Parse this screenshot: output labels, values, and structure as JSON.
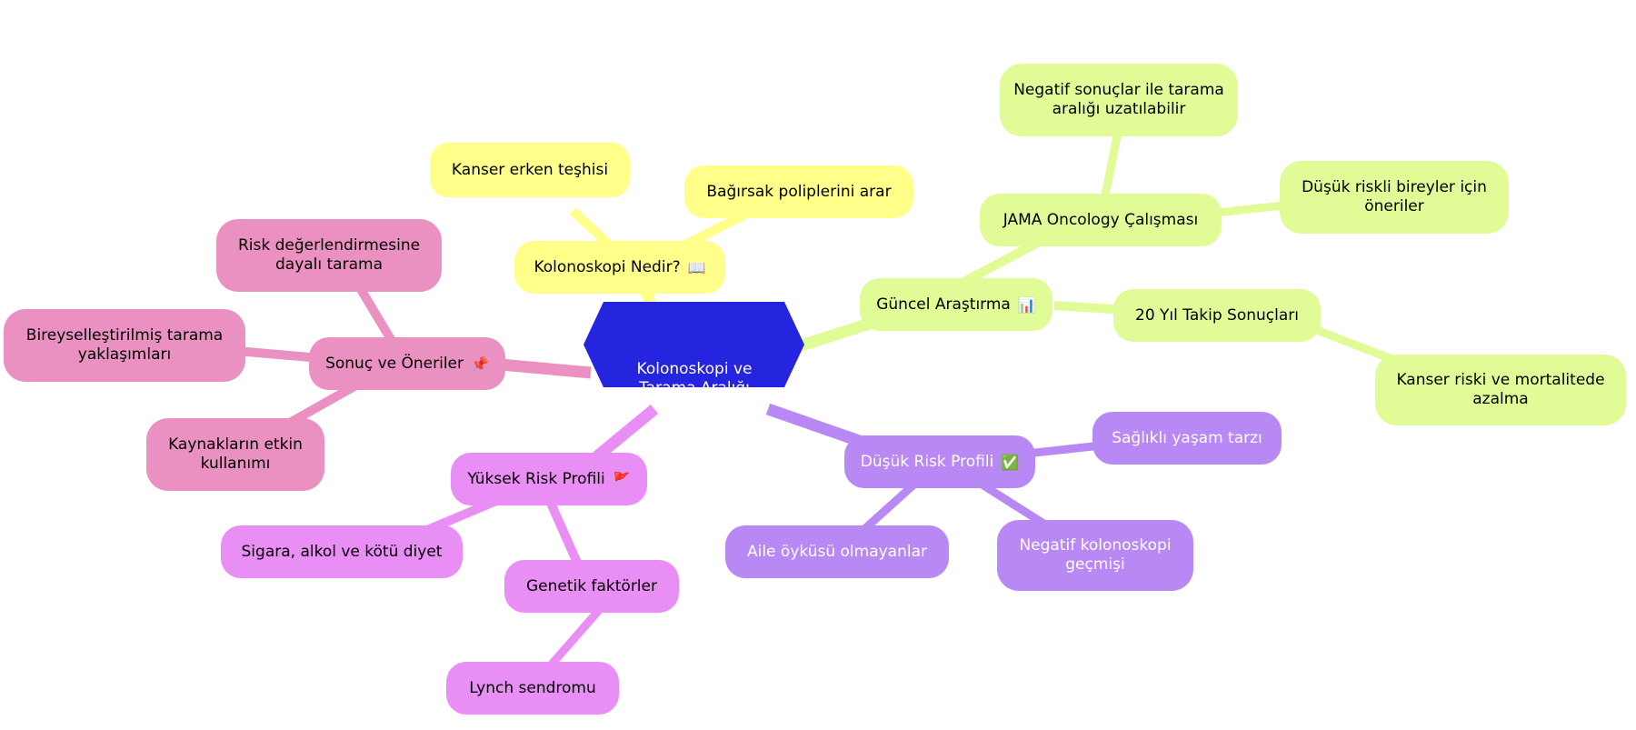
{
  "root": {
    "label": "Kolonoskopi ve Tarama Aralığı"
  },
  "branches": [
    {
      "id": "b1",
      "label": "Kolonoskopi Nedir?",
      "icon": "book-icon",
      "icon_glyph": "📖",
      "color": "#ffff8a",
      "children": [
        {
          "label": "Kanser erken teşhisi"
        },
        {
          "label": "Bağırsak poliplerini arar"
        }
      ]
    },
    {
      "id": "b2",
      "label": "Güncel Araştırma",
      "icon": "bar-chart-icon",
      "icon_glyph": "📊",
      "color": "#e1fb97",
      "children": [
        {
          "label": "JAMA Oncology Çalışması",
          "children": [
            {
              "label": "Negatif sonuçlar ile tarama aralığı uzatılabilir"
            },
            {
              "label": "Düşük riskli bireyler için öneriler"
            }
          ]
        },
        {
          "label": "20 Yıl Takip Sonuçları",
          "children": [
            {
              "label": "Kanser riski ve mortalitede azalma"
            }
          ]
        }
      ]
    },
    {
      "id": "b3",
      "label": "Düşük Risk Profili",
      "icon": "check-icon",
      "icon_glyph": "✅",
      "color": "#b888f5",
      "children": [
        {
          "label": "Sağlıklı yaşam tarzı"
        },
        {
          "label": "Negatif kolonoskopi geçmişi"
        },
        {
          "label": "Aile öyküsü olmayanlar"
        }
      ]
    },
    {
      "id": "b4",
      "label": "Yüksek Risk Profili",
      "icon": "flag-icon",
      "icon_glyph": "🚩",
      "color": "#e98ef4",
      "children": [
        {
          "label": "Sigara, alkol ve kötü diyet"
        },
        {
          "label": "Genetik faktörler",
          "children": [
            {
              "label": "Lynch sendromu"
            }
          ]
        }
      ]
    },
    {
      "id": "b5",
      "label": "Sonuç ve Öneriler",
      "icon": "pushpin-icon",
      "icon_glyph": "📌",
      "color": "#eb91c2",
      "children": [
        {
          "label": "Risk değerlendirmesine dayalı tarama"
        },
        {
          "label": "Bireyselleştirilmiş tarama yaklaşımları"
        },
        {
          "label": "Kaynakların etkin kullanımı"
        }
      ]
    }
  ],
  "colors": {
    "root": "#2525e0",
    "b1": "#ffff8a",
    "b2": "#e1fb97",
    "b3": "#b888f5",
    "b4": "#e98ef4",
    "b5": "#eb91c2"
  }
}
